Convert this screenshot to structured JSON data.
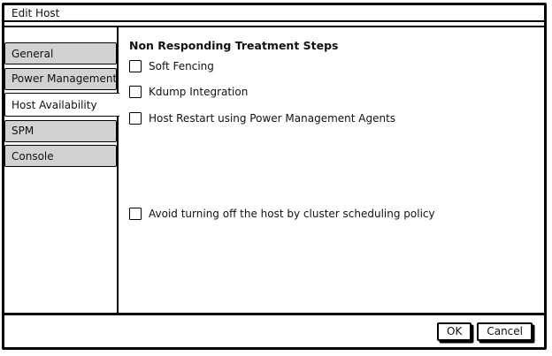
{
  "window": {
    "title": "Edit Host"
  },
  "sidebar": {
    "tabs": [
      {
        "label": "General",
        "selected": false
      },
      {
        "label": "Power Management",
        "selected": false
      },
      {
        "label": "Host Availability",
        "selected": true
      },
      {
        "label": "SPM",
        "selected": false
      },
      {
        "label": "Console",
        "selected": false
      }
    ]
  },
  "main": {
    "heading": "Non Responding Treatment Steps",
    "options": [
      {
        "label": "Soft Fencing",
        "checked": false
      },
      {
        "label": "Kdump Integration",
        "checked": false
      },
      {
        "label": "Host Restart using Power Management Agents",
        "checked": false
      }
    ],
    "bottom_option": {
      "label": "Avoid turning off the host by cluster scheduling policy",
      "checked": false
    }
  },
  "footer": {
    "ok_label": "OK",
    "cancel_label": "Cancel"
  },
  "colors": {
    "border": "#000000",
    "tab_inactive_bg": "#d2d2d2",
    "tab_active_bg": "#ffffff",
    "background": "#ffffff",
    "text": "#111111"
  }
}
